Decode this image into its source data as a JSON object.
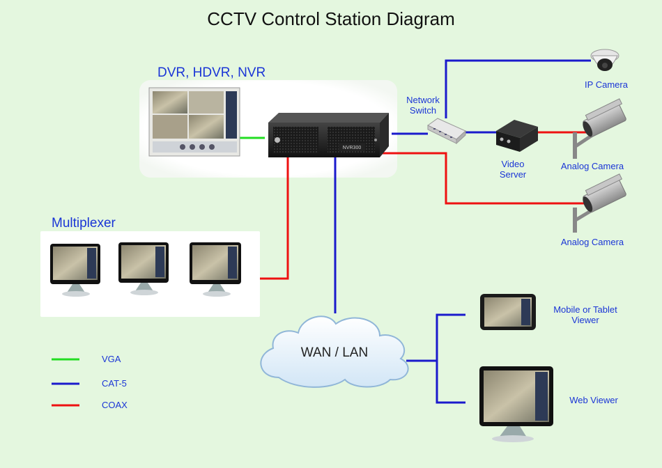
{
  "title": "CCTV Control Station Diagram",
  "dvr_group": {
    "label": "DVR, HDVR, NVR"
  },
  "multiplexer_group": {
    "label": "Multiplexer"
  },
  "network_switch": {
    "line1": "Network",
    "line2": "Switch"
  },
  "video_server": {
    "line1": "Video",
    "line2": "Server"
  },
  "ip_camera": {
    "label": "IP Camera"
  },
  "analog_camera_1": {
    "label": "Analog Camera"
  },
  "analog_camera_2": {
    "label": "Analog Camera"
  },
  "cloud": {
    "label": "WAN / LAN"
  },
  "mobile_viewer": {
    "line1": "Mobile or Tablet",
    "line2": "Viewer"
  },
  "web_viewer": {
    "label": "Web Viewer"
  },
  "nvr_badge": "NVR300",
  "legend": [
    {
      "label": "VGA",
      "color": "#22dd22"
    },
    {
      "label": "CAT-5",
      "color": "#1a1acc"
    },
    {
      "label": "COAX",
      "color": "#ee1111"
    }
  ],
  "colors": {
    "background": "#e4f7df",
    "vga": "#22dd22",
    "cat5": "#1a1acc",
    "coax": "#ee1111",
    "label_blue": "#1a35d6"
  }
}
